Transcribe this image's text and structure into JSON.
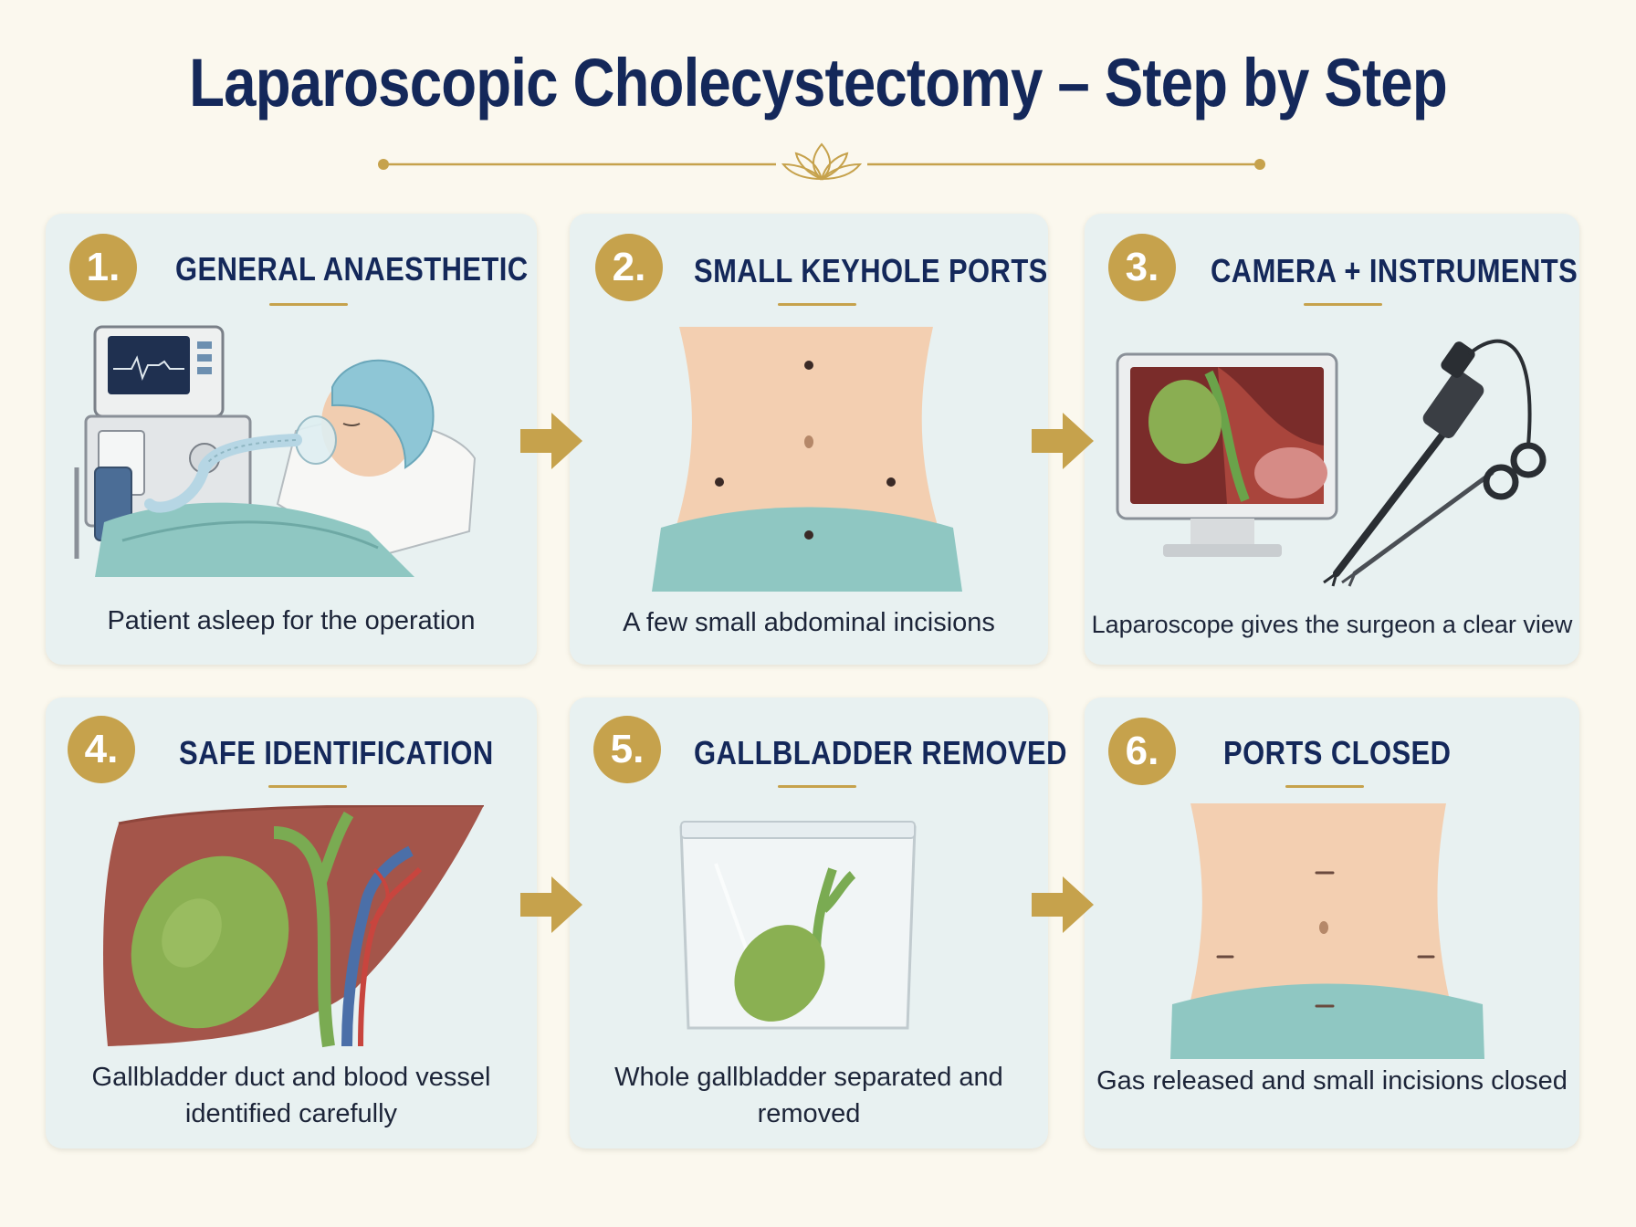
{
  "title": "Laparoscopic Cholecystectomy – Step by Step",
  "colors": {
    "navy": "#14285a",
    "gold": "#c6a24c",
    "card": "#e8f1f1",
    "background": "#fbf8ee"
  },
  "steps": [
    {
      "number": "1.",
      "title": "GENERAL ANAESTHETIC",
      "caption": "Patient asleep for the operation",
      "icon": "patient-anaesthesia-illustration"
    },
    {
      "number": "2.",
      "title": "SMALL KEYHOLE PORTS",
      "caption": "A few small abdominal incisions",
      "icon": "abdomen-ports-illustration"
    },
    {
      "number": "3.",
      "title": "CAMERA + INSTRUMENTS",
      "caption": "Laparoscope gives the surgeon a clear view",
      "icon": "laparoscope-monitor-illustration"
    },
    {
      "number": "4.",
      "title": "SAFE IDENTIFICATION",
      "caption": "Gallbladder duct and blood vessel identified carefully",
      "icon": "liver-gallbladder-illustration"
    },
    {
      "number": "5.",
      "title": "GALLBLADDER REMOVED",
      "caption": "Whole gallbladder separated and removed",
      "icon": "gallbladder-bag-illustration"
    },
    {
      "number": "6.",
      "title": "PORTS CLOSED",
      "caption": "Gas released and small incisions closed",
      "icon": "abdomen-closed-illustration"
    }
  ]
}
